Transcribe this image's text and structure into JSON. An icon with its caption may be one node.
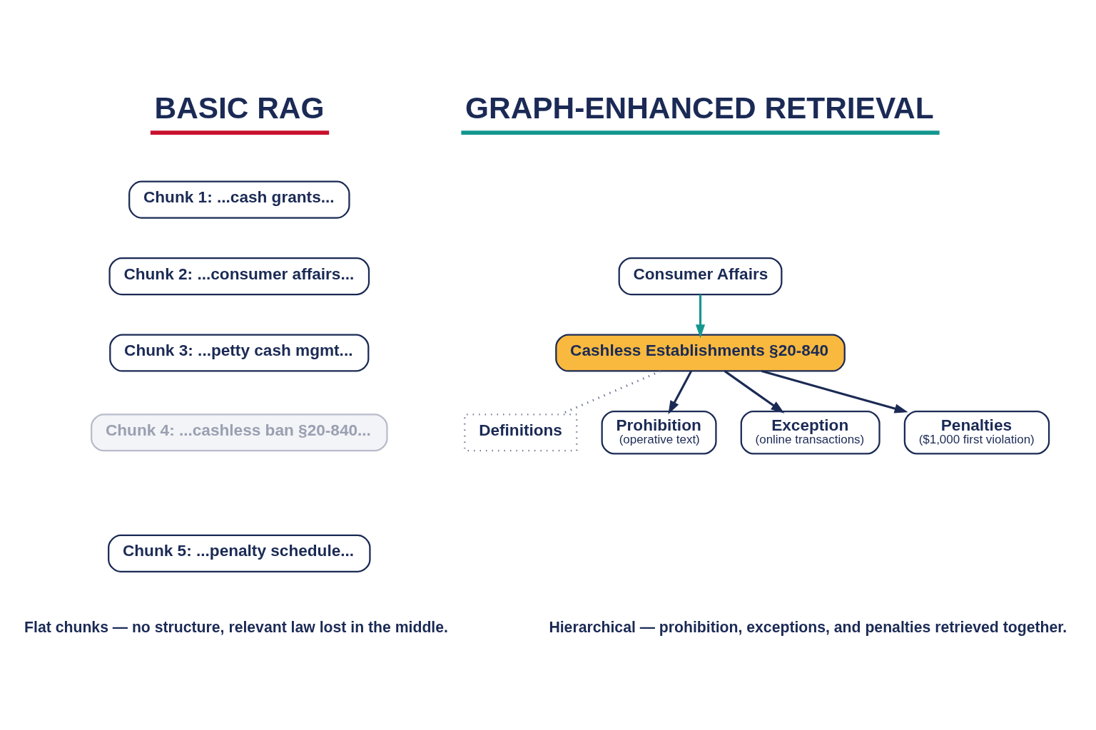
{
  "diagram": {
    "nodes": [
      {
        "text": [
          "Chunk 1: ...cash grants..."
        ]
      },
      {
        "text": [
          "Chunk 2: ...consumer affairs..."
        ]
      },
      {
        "text": [
          "Chunk 3: ...petty cash mgmt..."
        ]
      },
      {
        "text": [
          "Chunk 4: ...cashless ban §20-840..."
        ]
      },
      {
        "text": [
          "Chunk 5: ...penalty schedule..."
        ]
      },
      {
        "text": [
          "Consumer Affairs"
        ]
      },
      {
        "text": [
          "Cashless Establishments §20-840"
        ]
      },
      {
        "text": [
          "Definitions"
        ]
      },
      {
        "text": [
          "Prohibition",
          "(operative text)"
        ]
      },
      {
        "text": [
          "Exception",
          "(online transactions)"
        ]
      },
      {
        "text": [
          "Penalties",
          "($1,000 first violation)"
        ]
      }
    ],
    "edges": [
      {
        "from": 5,
        "to": 6,
        "arrow": "to",
        "color": "#13978f"
      },
      {
        "from": 6,
        "to": 7,
        "arrow": "none",
        "style": "dashed"
      },
      {
        "from": 6,
        "to": 8,
        "arrow": "to"
      },
      {
        "from": 6,
        "to": 9,
        "arrow": "to"
      },
      {
        "from": 6,
        "to": 10,
        "arrow": "to"
      }
    ],
    "labels": [
      "BASIC RAG",
      "GRAPH-ENHANCED RETRIEVAL",
      "Flat chunks — no structure, relevant law lost in the middle.",
      "Hierarchical — prohibition, exceptions, and penalties retrieved together."
    ]
  }
}
